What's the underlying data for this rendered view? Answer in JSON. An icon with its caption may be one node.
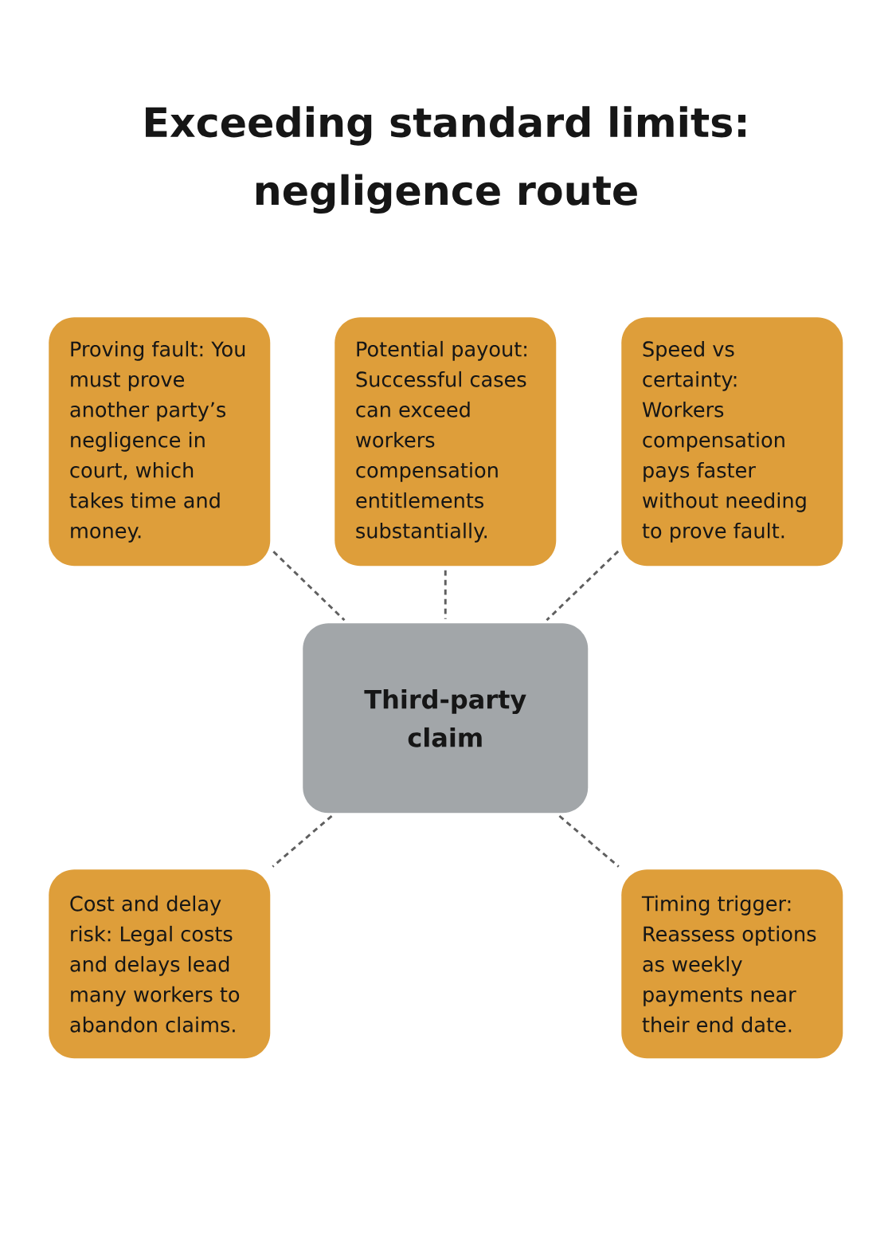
{
  "diagram": {
    "title": "Exceeding standard limits: negligence route",
    "nodes": [
      {
        "text": [
          "Proving fault: You must prove another party’s negligence in court, which takes time and money."
        ]
      },
      {
        "text": [
          "Potential payout: Successful cases can exceed workers compensation entitlements substantially."
        ]
      },
      {
        "text": [
          "Speed vs certainty: Workers compensation pays faster without needing to prove fault."
        ]
      },
      {
        "text": [
          "Third-party claim"
        ]
      },
      {
        "text": [
          "Cost and delay risk: Legal costs and delays lead many workers to abandon claims."
        ]
      },
      {
        "text": [
          "Timing trigger: Reassess options as weekly payments near their end date."
        ]
      }
    ],
    "edges": [
      {
        "from": 0,
        "to": 3,
        "arrow": "none",
        "style": "dashed"
      },
      {
        "from": 1,
        "to": 3,
        "arrow": "none",
        "style": "dashed"
      },
      {
        "from": 2,
        "to": 3,
        "arrow": "none",
        "style": "dashed"
      },
      {
        "from": 3,
        "to": 4,
        "arrow": "none",
        "style": "dashed"
      },
      {
        "from": 3,
        "to": 5,
        "arrow": "none",
        "style": "dashed"
      }
    ]
  }
}
